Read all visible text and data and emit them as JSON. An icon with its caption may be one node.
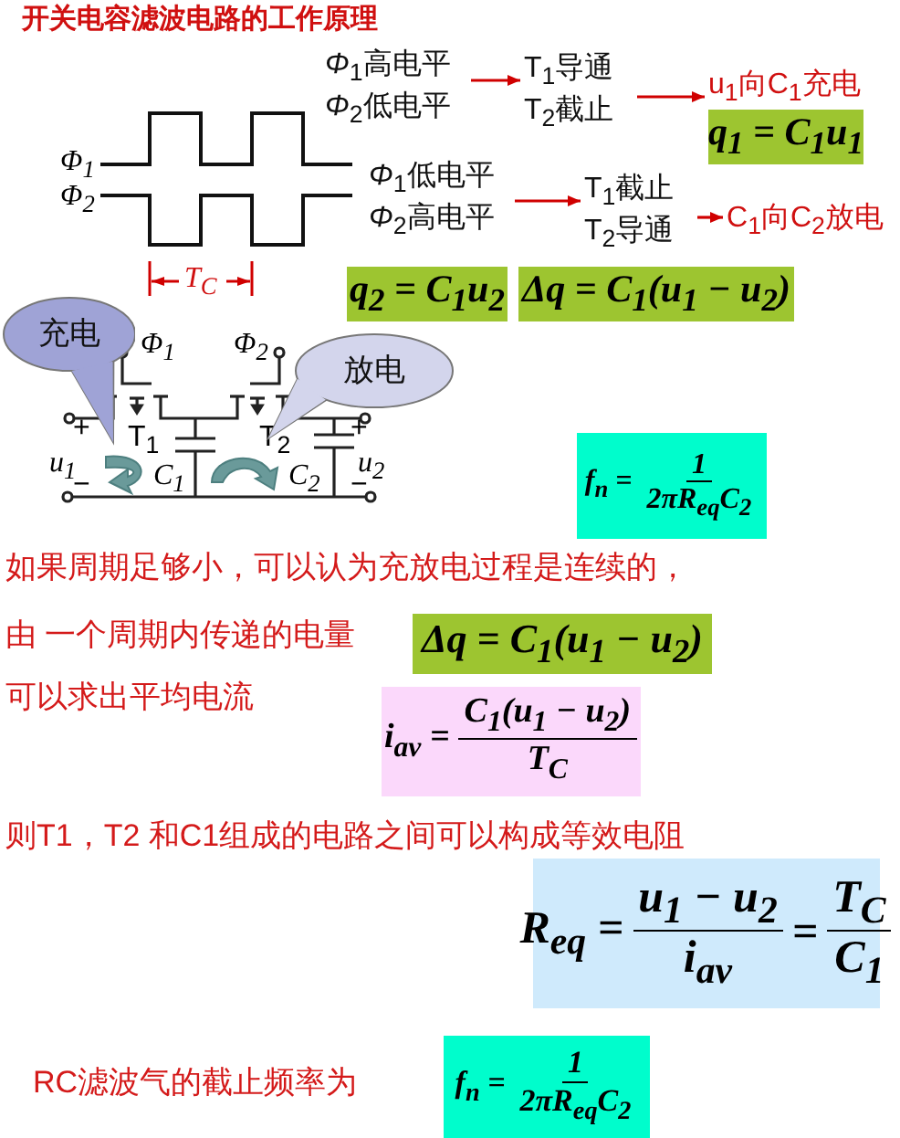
{
  "diagram": {
    "title": "开关电容滤波电路的工作原理",
    "nodes": [
      {
        "text": [
          "*Φ*$_{1}$高电平 *Φ*$_{2}$低电平"
        ]
      },
      {
        "text": [
          "T$_{1}$导通 T$_{2}$截止"
        ]
      },
      {
        "text": [
          "u$_{1}$向C$_{1}$充电"
        ]
      },
      {
        "text": [
          "q$_{1}$ = C$_{1}$u$_{1}$"
        ]
      },
      {
        "text": [
          "*Φ*$_{1}$低电平 *Φ*$_{2}$高电平"
        ]
      },
      {
        "text": [
          "T$_{1}$截止 T$_{2}$导通"
        ]
      },
      {
        "text": [
          "C$_{1}$向C$_{2}$放电"
        ]
      },
      {
        "text": [
          "q$_{2}$ = C$_{1}$u$_{2}$"
        ]
      },
      {
        "text": [
          "Δq = C$_{1}$(u$_{1}$ − u$_{2}$)"
        ]
      },
      {
        "text": [
          "充电"
        ]
      },
      {
        "text": [
          "放电"
        ]
      },
      {
        "text": [
          "f$_{n}$ =",
          "1",
          "2πR$_{eq}$C$_{2}$"
        ]
      },
      {
        "text": [
          "Δq = C$_{1}$(u$_{1}$ − u$_{2}$)"
        ]
      },
      {
        "text": [
          "i$_{av}$ =",
          "C$_{1}$(u$_{1}$ − u$_{2}$)",
          "T$_{C}$"
        ]
      },
      {
        "text": [
          "R$_{eq}$ =",
          "u$_{1}$ − u$_{2}$",
          "i$_{av}$",
          "=",
          "T$_{C}$",
          "C$_{1}$"
        ]
      },
      {
        "text": [
          "f$_{n}$ =",
          "1",
          "2πR$_{eq}$C$_{2}$"
        ]
      }
    ],
    "edges": [
      {
        "from": 0,
        "to": 1,
        "arrow": "to"
      },
      {
        "from": 1,
        "to": 2,
        "arrow": "to"
      },
      {
        "from": 4,
        "to": 5,
        "arrow": "to"
      },
      {
        "from": 5,
        "to": 6,
        "arrow": "to"
      }
    ],
    "labels": [
      "Φ$_{1}$",
      "Φ$_{2}$",
      "T$_{C}$",
      "Φ$_{1}$",
      "Φ$_{2}$",
      "+",
      "u$_{1}$",
      "T$_{1}$",
      "C$_{1}$",
      "T$_{2}$",
      "C$_{2}$",
      "+",
      "u$_{2}$",
      "−",
      "−",
      "如果周期足够小，可以认为充放电过程是连续的，",
      "由 一个周期内传递的电量",
      "可以求出平均电流",
      "则T1，T2 和C1组成的电路之间可以构成等效电阻",
      "RC滤波气的截止频率为"
    ]
  }
}
